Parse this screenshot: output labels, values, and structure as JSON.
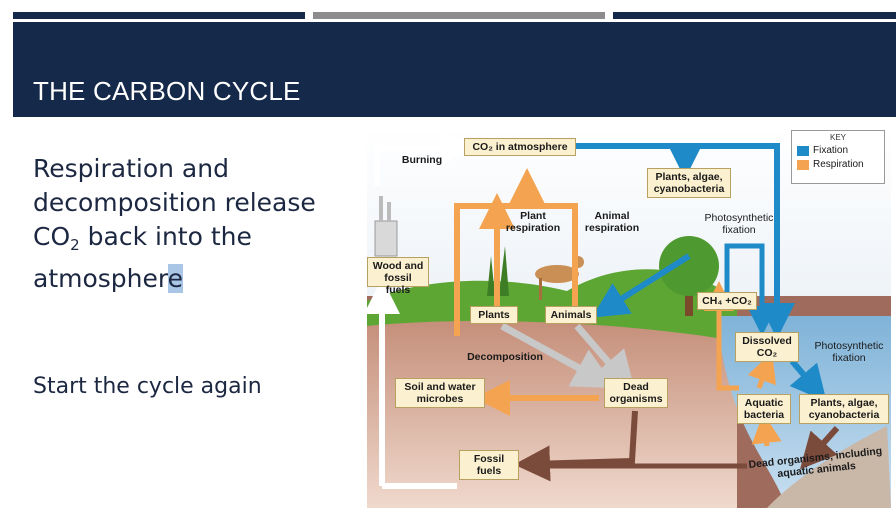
{
  "slide": {
    "title": "THE CARBON CYCLE",
    "body_line1_a": "Respiration and",
    "body_line2": "decomposition release",
    "body_line3_pre": "CO",
    "body_line3_sub": "2",
    "body_line3_post": " back into the",
    "body_line4_a": "atmospher",
    "body_line4_b": "e",
    "body2": "Start the cycle again"
  },
  "diagram": {
    "co2_atmosphere": "CO₂ in atmosphere",
    "burning": "Burning",
    "plants_algae_top": "Plants, algae, cyanobacteria",
    "plant_respiration": "Plant respiration",
    "animal_respiration": "Animal respiration",
    "photosynthetic_fixation_top": "Photosynthetic fixation",
    "wood_fossil": "Wood and fossil fuels",
    "ch4_co2": "CH₄ +CO₂",
    "plants": "Plants",
    "animals": "Animals",
    "dissolved_co2": "Dissolved CO₂",
    "photosynthetic_fixation_right": "Photosynthetic fixation",
    "decomposition": "Decomposition",
    "soil_microbes": "Soil and water microbes",
    "dead_organisms": "Dead organisms",
    "aquatic_bacteria": "Aquatic bacteria",
    "plants_algae_bottom": "Plants, algae, cyanobacteria",
    "fossil_fuels": "Fossil fuels",
    "dead_organisms_aquatic": "Dead organisms, including aquatic animals",
    "key": {
      "title": "KEY",
      "fixation": "Fixation",
      "respiration": "Respiration",
      "fixation_color": "#1f8ac8",
      "respiration_color": "#f4a450"
    }
  },
  "colors": {
    "title_band": "#15294a",
    "text": "#1c2741",
    "highlight": "#a9c6e6"
  }
}
